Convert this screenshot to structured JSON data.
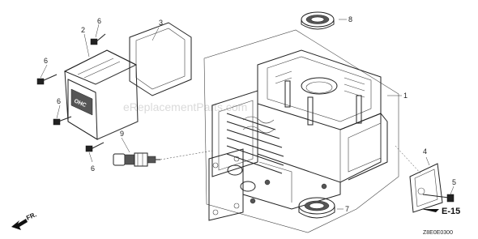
{
  "diagram": {
    "callouts": [
      {
        "id": "c1",
        "text": "1"
      },
      {
        "id": "c2",
        "text": "2"
      },
      {
        "id": "c3",
        "text": "3"
      },
      {
        "id": "c4",
        "text": "4"
      },
      {
        "id": "c5",
        "text": "5"
      },
      {
        "id": "c6a",
        "text": "6"
      },
      {
        "id": "c6b",
        "text": "6"
      },
      {
        "id": "c6c",
        "text": "6"
      },
      {
        "id": "c6d",
        "text": "6"
      },
      {
        "id": "c7",
        "text": "7"
      },
      {
        "id": "c8",
        "text": "8"
      },
      {
        "id": "c9",
        "text": "9"
      }
    ],
    "section_ref": "E-15",
    "front_marker": "FR.",
    "drawing_code": "Z8E0E0300",
    "watermark": "eReplacementParts.com",
    "cover_text": "OHC"
  }
}
